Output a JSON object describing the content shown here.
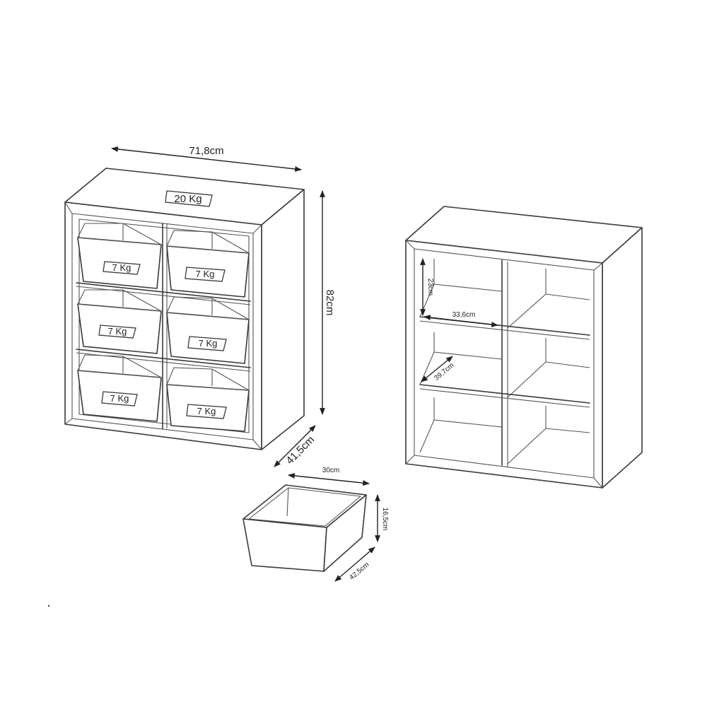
{
  "dimensions": {
    "width": "71,8cm",
    "height": "82cm",
    "depth": "41,5cm",
    "niche_height": "23cm",
    "niche_width": "33,6cm",
    "niche_depth": "39,7cm",
    "basket_width": "30cm",
    "basket_height": "16,5cm",
    "basket_depth": "42,5cm"
  },
  "loads": {
    "top": "20 Kg",
    "basket": "7 Kg"
  }
}
